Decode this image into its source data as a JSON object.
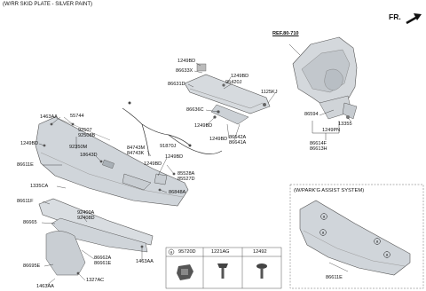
{
  "header": "(W/RR SKID PLATE - SILVER PAINT)",
  "direction": "FR.",
  "ref_label": "REF.80-710",
  "inset_title": "(W/PARK'G ASSIST SYSTEM)",
  "legend": {
    "marker": "a",
    "parts": [
      "95720D",
      "1221AG",
      "12492"
    ]
  },
  "labels": {
    "l1249BD_a": "1249BD",
    "l86633X": "86633X",
    "l1249BD_b": "1249BD",
    "l95420J": "95420J",
    "l86631D": "86631D",
    "l1125KJ": "1125KJ",
    "l86636C": "86636C",
    "l1249BD_c": "1249BD",
    "l1249BD_d": "1249BD",
    "l86642A": "86642A",
    "l86641A": "86641A",
    "l86594": "86594",
    "l13355": "13355",
    "l1249PN": "1249PN",
    "l86614F": "86614F",
    "l86613H": "86613H",
    "l1463AA_a": "1463AA",
    "l55744": "55744",
    "l92507": "92507",
    "l92508B": "92508B",
    "l1249BD_e": "1249BD",
    "l92350M": "92350M",
    "l18643D": "18643D",
    "l86611E_a": "86611E",
    "l84743M": "84743M",
    "l84743K": "84743K",
    "l91870J": "91870J",
    "l1249BD_f": "1249BD",
    "l1249BD_g": "1249BD",
    "l85528A": "85528A",
    "l85527D": "85527D",
    "l1335CA": "1335CA",
    "l86848A": "86848A",
    "l86611F": "86611F",
    "l92409A": "92409A",
    "l92408D": "92408D",
    "l86665": "86665",
    "l86662A": "86662A",
    "l86661E": "86661E",
    "l1463AA_b": "1463AA",
    "l86695E": "86695E",
    "l1327AC": "1327AC",
    "l1463AA_c": "1463AA",
    "l86611E_b": "86611E"
  }
}
